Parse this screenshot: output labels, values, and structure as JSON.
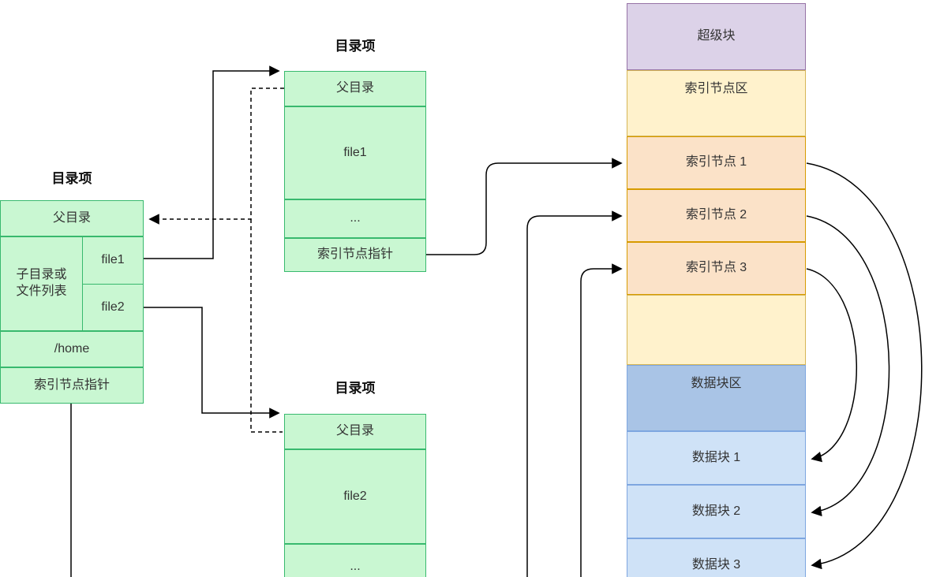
{
  "diagram": {
    "left_entry": {
      "title": "目录项",
      "parent": "父目录",
      "list_label": "子目录或文件列表",
      "file1": "file1",
      "file2": "file2",
      "home": "/home",
      "inode_pointer": "索引节点指针"
    },
    "file1_entry": {
      "title": "目录项",
      "parent": "父目录",
      "name": "file1",
      "dots": "...",
      "inode_pointer": "索引节点指针"
    },
    "file2_entry": {
      "title": "目录项",
      "parent": "父目录",
      "name": "file2",
      "dots": "..."
    },
    "disk": {
      "superblock": "超级块",
      "inode_area": "索引节点区",
      "inode1": "索引节点 1",
      "inode2": "索引节点 2",
      "inode3": "索引节点 3",
      "datablock_area": "数据块区",
      "datablock1": "数据块 1",
      "datablock2": "数据块 2",
      "datablock3": "数据块 3"
    },
    "colors": {
      "green_fill": "#c9f7d2",
      "green_stroke": "#38b96e",
      "purple_fill": "#dcd2e8",
      "purple_stroke": "#9673a6",
      "yellow_fill": "#fff2cc",
      "yellow_stroke": "#d6b656",
      "orange_fill": "#fbe2c8",
      "orange_stroke": "#d79b00",
      "blue_header_fill": "#a9c4e6",
      "blue_fill": "#cfe2f7",
      "blue_stroke": "#7ea6e0",
      "line": "#000000"
    }
  }
}
